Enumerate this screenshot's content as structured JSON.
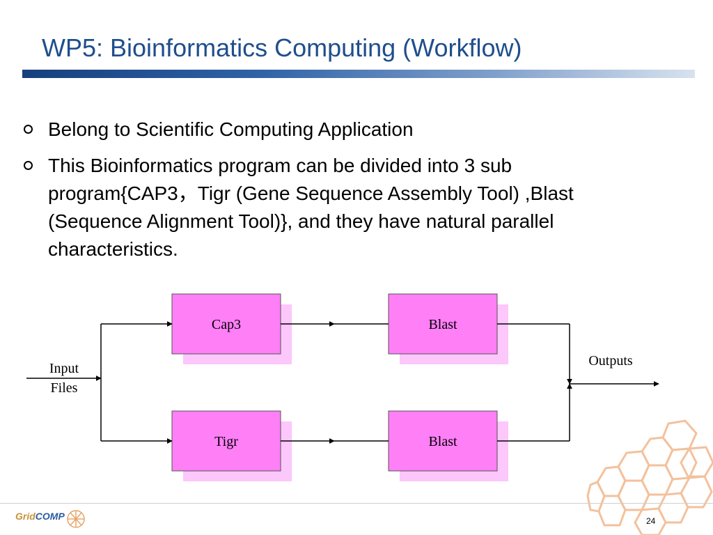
{
  "slide": {
    "title": "WP5: Bioinformatics Computing (Workflow)",
    "bullets": [
      "Belong to Scientific Computing Application",
      "This Bioinformatics program can be divided into 3 sub program{CAP3，Tigr (Gene Sequence Assembly Tool) ,Blast (Sequence Alignment Tool)}, and they have natural parallel characteristics."
    ]
  },
  "diagram": {
    "input_label_line1": "Input",
    "input_label_line2": "Files",
    "output_label": "Outputs",
    "nodes": {
      "cap3": "Cap3",
      "tigr": "Tigr",
      "blast_top": "Blast",
      "blast_bottom": "Blast"
    },
    "colors": {
      "box_fill": "#ff7ff7",
      "box_shadow": "#fcc7fb",
      "box_stroke": "#555555",
      "line": "#000000"
    }
  },
  "footer": {
    "logo_part1": "Grid",
    "logo_part2": "COMP",
    "page_number": "24"
  },
  "theme": {
    "title_color": "#1f4e8c",
    "accent_orange": "#f2b78c"
  }
}
